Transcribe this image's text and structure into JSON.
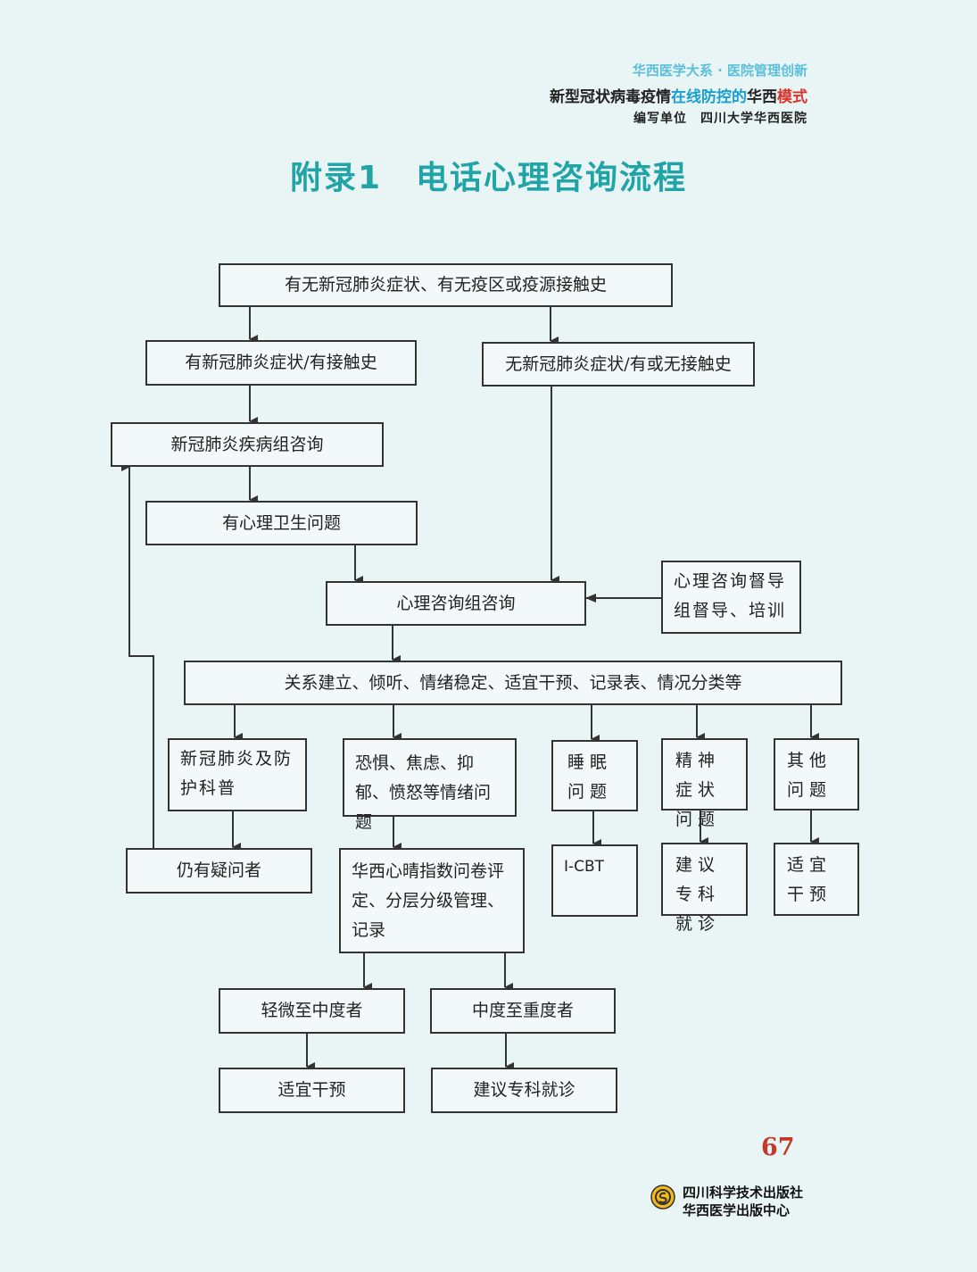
{
  "header": {
    "series": "华西医学大系 · 医院管理创新",
    "book_title_part1": "新型冠状病毒疫情",
    "book_title_part2": "在线防控的",
    "book_title_part3": "华西",
    "book_title_part4": "模式",
    "author": "编写单位　四川大学华西医院"
  },
  "title": "附录1　电话心理咨询流程",
  "flowchart": {
    "top": "有无新冠肺炎症状、有无疫区或疫源接触史",
    "has_symptoms": "有新冠肺炎症状/有接触史",
    "no_symptoms": "无新冠肺炎症状/有或无接触史",
    "disease_consult": "新冠肺炎疾病组咨询",
    "mental_issue": "有心理卫生问题",
    "psych_consult": "心理咨询组咨询",
    "supervision": "心理咨询督导组督导、培训",
    "process": "关系建立、倾听、情绪稳定、适宜干预、记录表、情况分类等",
    "cat_education": "新冠肺炎及防护科普",
    "cat_emotion": "恐惧、焦虑、抑郁、愤怒等情绪问题",
    "cat_sleep": "睡眠问题",
    "cat_psychiatric": "精神症状问题",
    "cat_other": "其他问题",
    "still_doubt": "仍有疑问者",
    "assessment": "华西心晴指数问卷评定、分层分级管理、记录",
    "icbt": "I-CBT",
    "specialist": "建议专科就诊",
    "intervention": "适宜干预",
    "mild": "轻微至中度者",
    "severe": "中度至重度者",
    "mild_action": "适宜干预",
    "severe_action": "建议专科就诊"
  },
  "page_number": "67",
  "publisher": {
    "line1": "四川科学技术出版社",
    "line2": "华西医学出版中心"
  },
  "colors": {
    "title": "#21a4a7",
    "series": "#5bbfdc",
    "highlight_blue": "#1aa0cf",
    "highlight_red": "#d9332a",
    "page_number": "#c0392b",
    "background": "#e9f4f4"
  }
}
